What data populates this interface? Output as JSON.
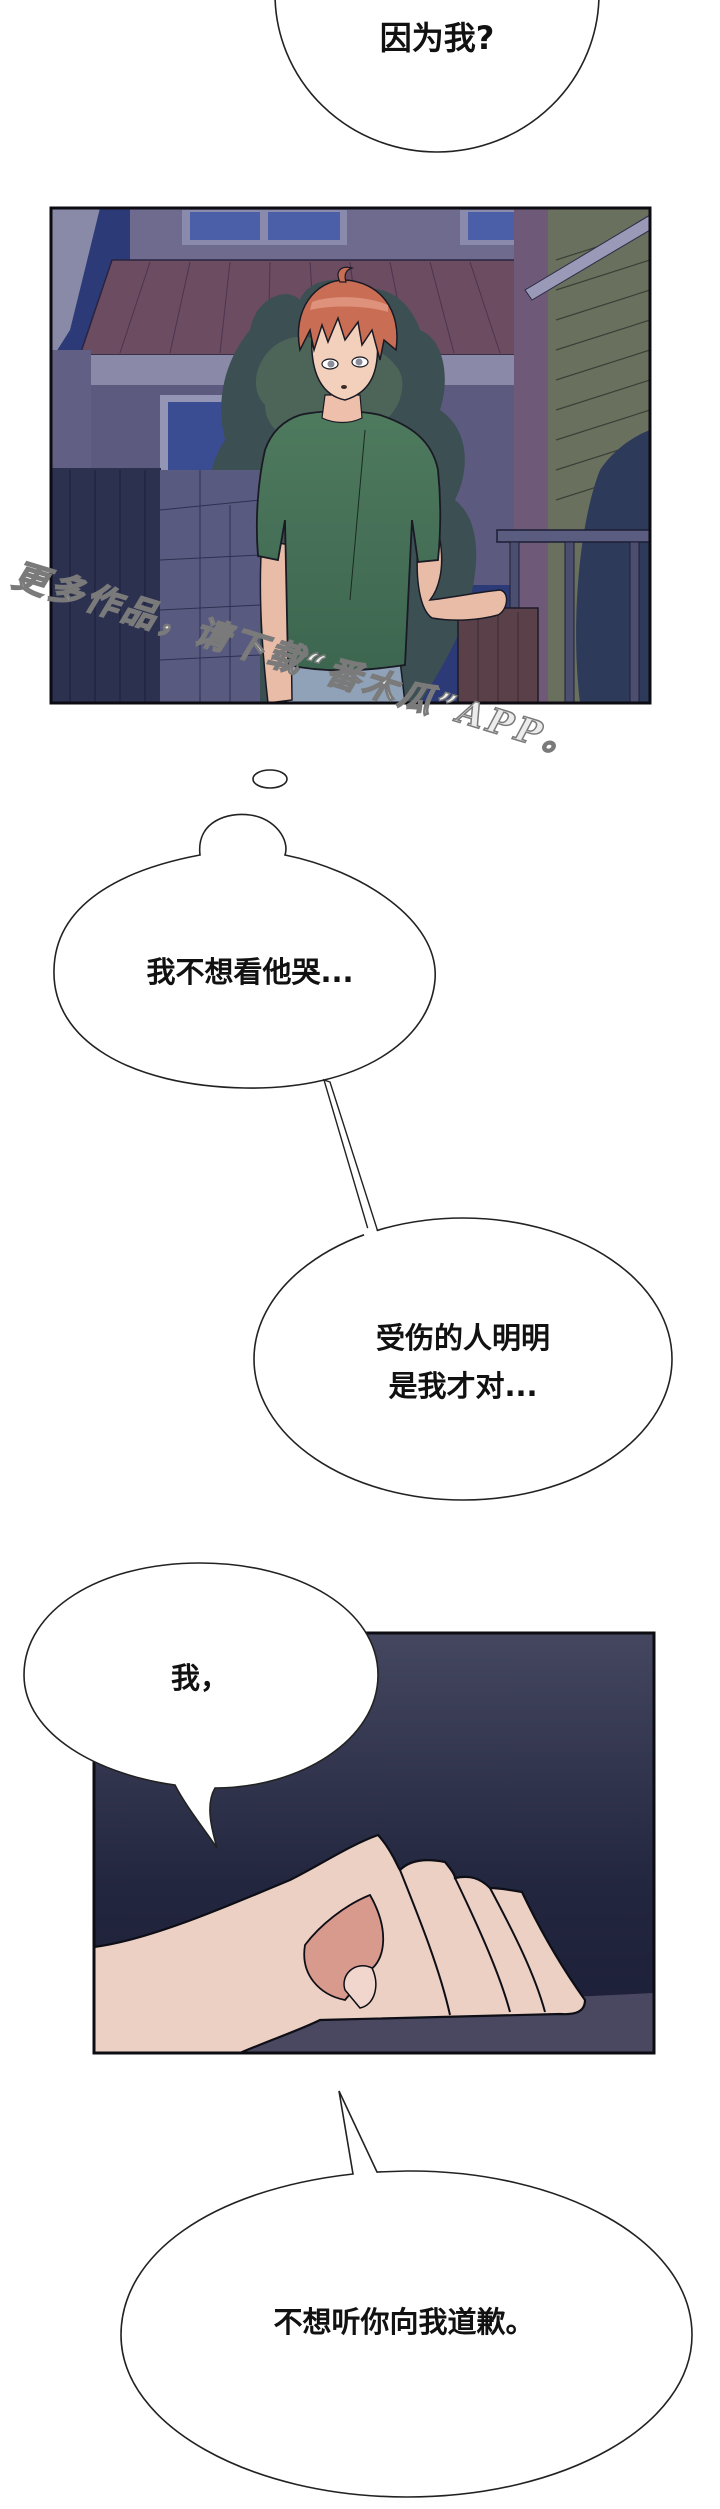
{
  "page": {
    "type": "webcomic-strip",
    "background": "#ffffff"
  },
  "bubbles": [
    {
      "id": "bubble-1",
      "shape": "ellipse",
      "lines": [
        "因为我?"
      ]
    },
    {
      "id": "bubble-2",
      "shape": "thought",
      "lines": [
        "我不想看他哭..."
      ]
    },
    {
      "id": "bubble-3",
      "shape": "ellipse-linked",
      "lines": [
        "受伤的人明明",
        "是我才对..."
      ]
    },
    {
      "id": "bubble-4",
      "shape": "speech",
      "lines": [
        "我，"
      ]
    },
    {
      "id": "bubble-5",
      "shape": "speech",
      "lines": [
        "不想听你向我道歉。"
      ]
    }
  ],
  "panels": [
    {
      "id": "panel-1",
      "scene": "night-backyard-boy-green-shirt",
      "colors": {
        "sky": "#2c3a78",
        "house": "#6e6a8c",
        "roof": "#6b4c5e",
        "tree": "#3c4e52",
        "shirt": "#4f7a5e",
        "hair": "#c96e52",
        "skin": "#f0c8b4",
        "jeans": "#8fa2b8",
        "siding": "#6a7060"
      }
    },
    {
      "id": "panel-2",
      "scene": "clenched-hand-on-table",
      "colors": {
        "bg_top": "#434660",
        "bg_bottom": "#1c1f38",
        "skin": "#ecd0c4",
        "skin_shadow": "#d99a8e",
        "table": "#4a4760"
      }
    }
  ],
  "watermark": {
    "text": "更多作品，请下载“番木瓜”APP。"
  }
}
